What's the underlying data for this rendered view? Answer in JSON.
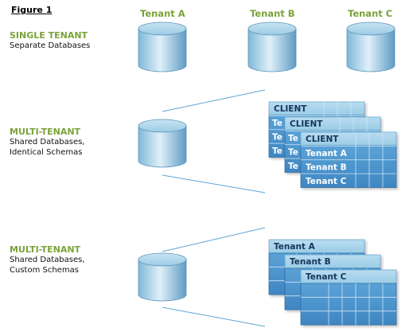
{
  "figure_label": "Figure 1",
  "tenant_headers": [
    "Tenant A",
    "Tenant B",
    "Tenant C"
  ],
  "sections": [
    {
      "title": "SINGLE TENANT",
      "subtitle": "Separate Databases"
    },
    {
      "title": "MULTI-TENANT",
      "subtitle": "Shared Databases,\nIdentical Schemas"
    },
    {
      "title": "MULTI-TENANT",
      "subtitle": "Shared Databases,\nCustom Schemas"
    }
  ],
  "identical_tables": {
    "header": "CLIENT",
    "partial_rows": [
      "Te",
      "Te",
      "Te"
    ],
    "rows": [
      "Tenant A",
      "Tenant B",
      "Tenant C"
    ]
  },
  "custom_tables": [
    "Tenant A",
    "Tenant B",
    "Tenant C"
  ],
  "colors": {
    "accent_green": "#7aa33a",
    "table_blue": "#3d7fbf",
    "cylinder_blue": "#a8d3ea"
  }
}
